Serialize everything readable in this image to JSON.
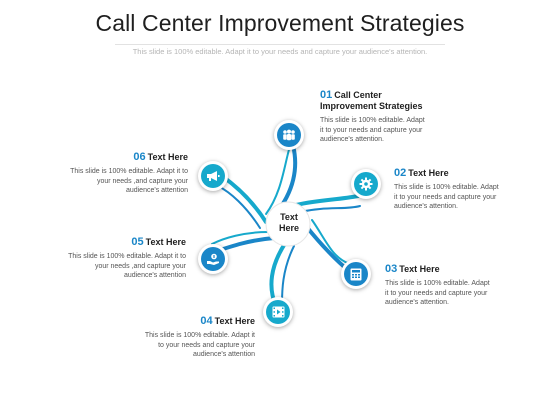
{
  "title": "Call Center Improvement Strategies",
  "subtitle": "This slide is 100% editable. Adapt it to your needs and capture your audience's attention.",
  "center_label": "Text\nHere",
  "colors": {
    "blue": "#1a86c8",
    "cyan": "#16a9cc",
    "dark_blue": "#0f6fb0"
  },
  "items": [
    {
      "number": "01",
      "title": "Call Center\nImprovement Strategies",
      "body": "This slide is 100% editable. Adapt\nit to your needs and capture your\naudience's attention.",
      "icon": "people-icon"
    },
    {
      "number": "02",
      "title": "Text Here",
      "body": "This slide is 100% editable. Adapt\nit to your needs and capture your\naudience's attention.",
      "icon": "gear-icon"
    },
    {
      "number": "03",
      "title": "Text Here",
      "body": "This slide is 100% editable. Adapt\nit to your needs and capture your\naudience's attention.",
      "icon": "calculator-icon"
    },
    {
      "number": "04",
      "title": "Text Here",
      "body": "This slide is 100% editable. Adapt it\nto your needs and capture your\naudience's attention",
      "icon": "film-icon"
    },
    {
      "number": "05",
      "title": "Text Here",
      "body": "This slide is 100% editable. Adapt it to\nyour needs ,and capture your\naudience's attention",
      "icon": "hand-coin-icon"
    },
    {
      "number": "06",
      "title": "Text Here",
      "body": "This slide is 100% editable. Adapt it to\nyour needs ,and capture your\naudience's attention",
      "icon": "megaphone-icon"
    }
  ]
}
